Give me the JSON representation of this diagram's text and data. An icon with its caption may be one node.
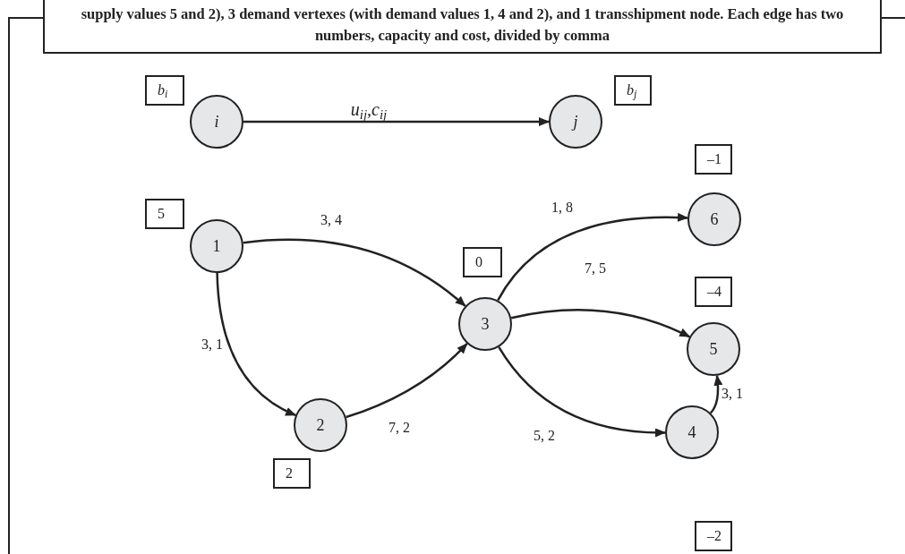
{
  "diagram": {
    "title": "supply values 5 and 2), 3 demand vertexes (with demand values 1, 4 and 2), and 1 transshipment node. Each edge has two numbers, capacity and cost, divided by comma",
    "nodes": [
      {
        "text": [
          "b$_{i}$"
        ]
      },
      {
        "text": [
          "i"
        ]
      },
      {
        "text": [
          "b$_{j}$"
        ]
      },
      {
        "text": [
          "j"
        ]
      },
      {
        "text": [
          "5"
        ]
      },
      {
        "text": [
          "1"
        ]
      },
      {
        "text": [
          "2"
        ]
      },
      {
        "text": [
          "2"
        ]
      },
      {
        "text": [
          "0"
        ]
      },
      {
        "text": [
          "3"
        ]
      },
      {
        "text": [
          "–1"
        ]
      },
      {
        "text": [
          "6"
        ]
      },
      {
        "text": [
          "–4"
        ]
      },
      {
        "text": [
          "5"
        ]
      },
      {
        "text": [
          "4"
        ]
      },
      {
        "text": [
          "–2"
        ]
      }
    ],
    "edges": [
      {
        "from": 1,
        "to": 3,
        "arrow": "to",
        "label": "u$_{ij}$,c$_{ij}$"
      },
      {
        "from": 5,
        "to": 9,
        "arrow": "to",
        "label": "3, 4"
      },
      {
        "from": 5,
        "to": 6,
        "arrow": "to",
        "label": "3, 1"
      },
      {
        "from": 6,
        "to": 9,
        "arrow": "to",
        "label": "7, 2"
      },
      {
        "from": 9,
        "to": 11,
        "arrow": "to",
        "label": "1, 8"
      },
      {
        "from": 9,
        "to": 13,
        "arrow": "to",
        "label": "7, 5"
      },
      {
        "from": 9,
        "to": 14,
        "arrow": "to",
        "label": "5, 2"
      },
      {
        "from": 14,
        "to": 13,
        "arrow": "to",
        "label": "3, 1"
      }
    ]
  }
}
